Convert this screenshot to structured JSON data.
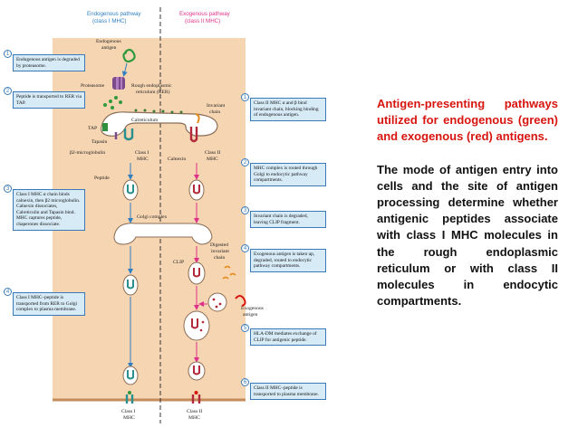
{
  "headers": {
    "left": "Endogenous pathway",
    "left_sub": "(class I MHC)",
    "right": "Exogenous pathway",
    "right_sub": "(class II MHC)"
  },
  "labels": {
    "endogenous_antigen_l1": "Endogenous",
    "endogenous_antigen_l2": "antigen",
    "proteasome": "Proteasome",
    "rer_l1": "Rough endoplasmic",
    "rer_l2": "reticulum (RER)",
    "tap": "TAP",
    "calreticulum": "Calreticulum",
    "invariant_chain_l1": "Invariant",
    "invariant_chain_l2": "chain",
    "tapasin": "Tapasin",
    "b2m": "β2-microglobulin",
    "class1_mhc_l1": "Class I",
    "class1_mhc_l2": "MHC",
    "calnexin": "Calnexin",
    "class2_mhc_l1": "Class II",
    "class2_mhc_l2": "MHC",
    "peptide": "Peptide",
    "golgi_complex": "Golgi complex",
    "digested_l1": "Digested",
    "digested_l2": "invariant",
    "digested_l3": "chain",
    "clip": "CLIP",
    "exogenous_antigen_l1": "Exogenous",
    "exogenous_antigen_l2": "antigen",
    "bottom_class1_l1": "Class I",
    "bottom_class1_l2": "MHC",
    "bottom_class2_l1": "Class II",
    "bottom_class2_l2": "MHC"
  },
  "steps_left": [
    {
      "num": "1",
      "text": "Endogenous antigen is degraded by proteasome."
    },
    {
      "num": "2",
      "text": "Peptide is transported to RER via TAP."
    },
    {
      "num": "3",
      "text": "Class I MHC α chain binds calnexin, then β2 microglobulin. Calnexin dissociates, Calreticulin and Tapasin bind. MHC captures peptide, chaperones dissociate."
    },
    {
      "num": "4",
      "text": "Class I MHC–peptide is transported from RER to Golgi complex to plasma membrane."
    }
  ],
  "steps_right": [
    {
      "num": "1",
      "text": "Class II MHC α and β bind invariant chain, blocking binding of endogenous antigen."
    },
    {
      "num": "2",
      "text": "MHC complex is routed through Golgi to endocytic pathway compartments."
    },
    {
      "num": "3",
      "text": "Invariant chain is degraded, leaving CLIP fragment."
    },
    {
      "num": "4",
      "text": "Exogenous antigen is taken up, degraded, routed to endocytic pathway compartments."
    },
    {
      "num": "5",
      "text": "HLA-DM mediates exchange of CLIP for antigenic peptide."
    },
    {
      "num": "6",
      "text": "Class II MHC–peptide is transported to plasma membrane."
    }
  ],
  "caption": {
    "title": "Antigen-presenting pathways utilized for endogenous (green) and exogenous (red) antigens.",
    "body": "The mode of antigen entry into cells and the site of antigen processing determine whether antigenic peptides associate with class I MHC molecules in the rough endoplasmic reticulum or with class II molecules in endocytic compartments."
  },
  "colors": {
    "cell": "#f6d5b2",
    "membrane": "#c48c5a",
    "left_header": "#2f7fc1",
    "right_header": "#e0318a",
    "box_fill": "#d7ebf7",
    "box_border": "#3a7ab8",
    "class1": "#2a8f8f",
    "class2": "#b22a3a",
    "arrow_left": "#2f7fc1",
    "arrow_right": "#e0318a",
    "caption_title": "#d8140f"
  }
}
